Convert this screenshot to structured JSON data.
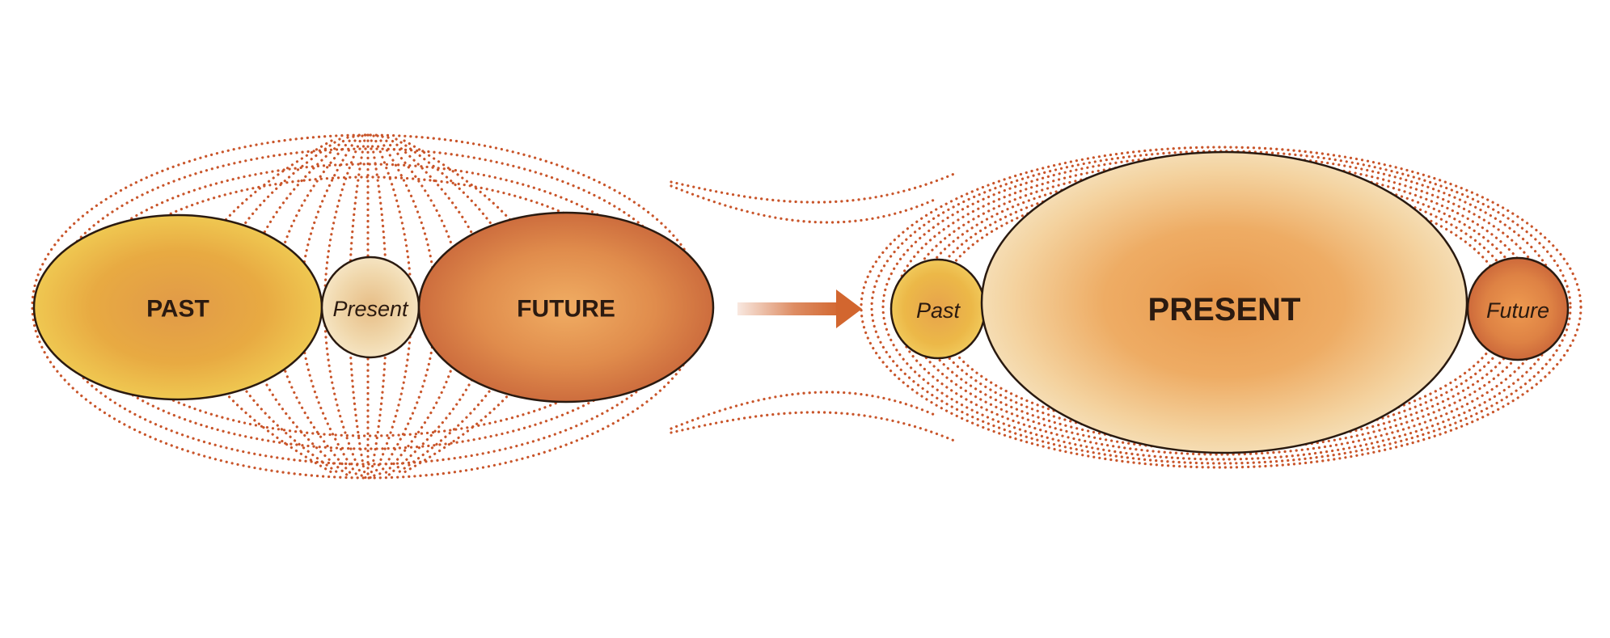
{
  "colors": {
    "dots": "#c9552a",
    "outline": "#2a1a10",
    "arrow": "#d2662f",
    "past_fill": "#e9ad3e",
    "present_small_fill": "#f0d7ab",
    "future_fill": "#d2793f",
    "present_large_fill": "#f0be7c",
    "text": "#2b1a10"
  },
  "left_group": {
    "past": {
      "label": "PAST",
      "icon": "ellipse"
    },
    "present": {
      "label": "Present",
      "icon": "circle"
    },
    "future": {
      "label": "FUTURE",
      "icon": "ellipse"
    }
  },
  "transition": {
    "icon": "arrow-right-icon"
  },
  "right_group": {
    "past": {
      "label": "Past",
      "icon": "circle"
    },
    "present": {
      "label": "PRESENT",
      "icon": "ellipse"
    },
    "future": {
      "label": "Future",
      "icon": "circle"
    }
  }
}
